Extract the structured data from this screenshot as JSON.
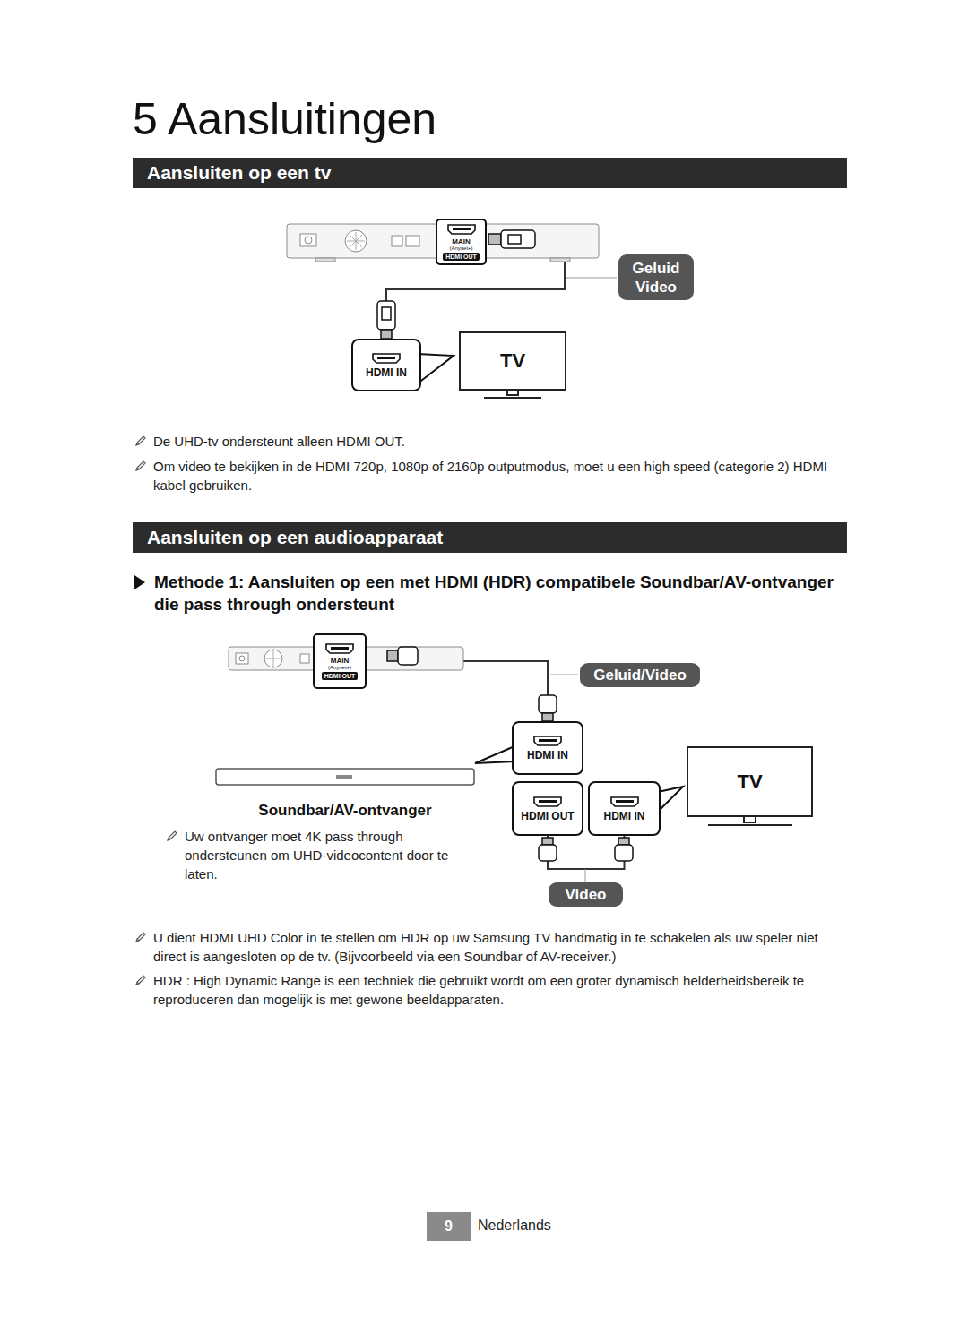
{
  "diagram": {
    "title": "5 Aansluitingen",
    "nodes": [
      {
        "text": [
          "Aansluiten op een tv"
        ]
      },
      {
        "text": [
          "MAIN",
          "(Anynet+)",
          "HDMI OUT"
        ]
      },
      {
        "text": [
          "Geluid Video"
        ]
      },
      {
        "text": [
          "HDMI IN"
        ]
      },
      {
        "text": [
          "TV"
        ]
      },
      {
        "text": [
          "Aansluiten op een audioapparaat"
        ]
      },
      {
        "text": [
          "MAIN",
          "(Anynet+)",
          "HDMI OUT"
        ]
      },
      {
        "text": [
          "Geluid/Video"
        ]
      },
      {
        "text": [
          "HDMI IN"
        ]
      },
      {
        "text": [
          "TV"
        ]
      },
      {
        "text": [
          "Soundbar/AV-ontvanger"
        ]
      },
      {
        "text": [
          "HDMI OUT"
        ]
      },
      {
        "text": [
          "HDMI IN"
        ]
      },
      {
        "text": [
          "Video"
        ]
      },
      {
        "text": [
          "9"
        ]
      }
    ],
    "edges": [
      {
        "from": 1,
        "to": 3,
        "arrow": "none"
      },
      {
        "from": 6,
        "to": 8,
        "arrow": "none"
      },
      {
        "from": 11,
        "to": 12,
        "arrow": "none"
      }
    ],
    "labels": [
      "De UHD-tv ondersteunt alleen HDMI OUT.",
      "Om video te bekijken in de HDMI 720p, 1080p of 2160p outputmodus, moet u een high speed (categorie 2) HDMI kabel gebruiken.",
      "Methode 1: Aansluiten op een met HDMI (HDR) compatibele Soundbar/AV-ontvanger die pass through ondersteunt",
      "Uw ontvanger moet 4K pass through ondersteunen om UHD-videocontent door te laten.",
      "U dient HDMI UHD Color in te stellen om HDR op uw Samsung TV handmatig in te schakelen als uw speler niet direct is aangesloten op de tv. (Bijvoorbeeld via een Soundbar of AV-receiver.)",
      "HDR : High Dynamic Range is een techniek die gebruikt wordt om een groter dynamisch helderheidsbereik te reproduceren dan mogelijk is met gewone beeldapparaten.",
      "Nederlands"
    ]
  }
}
